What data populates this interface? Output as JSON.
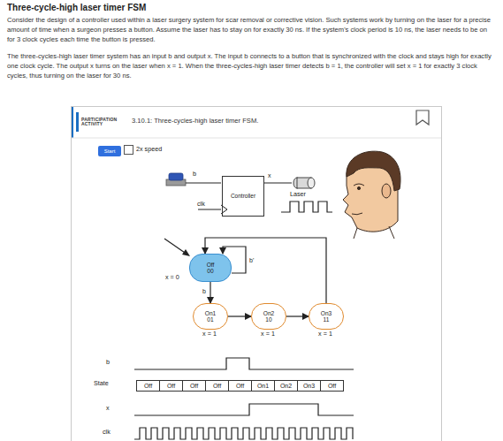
{
  "diagram": {
    "title": "Three-cycle-high laser timer FSM",
    "nodes": [
      {
        "text": [
          "3.10.1: Three-cycles-high laser timer FSM."
        ]
      },
      {
        "text": [
          "PARTICIPATION ACTIVITY"
        ],
        "in": 0
      },
      {
        "text": [
          "Start"
        ],
        "in": 0
      },
      {
        "text": [
          "Controller"
        ],
        "in": 0
      },
      {
        "text": [
          "Off",
          "00"
        ],
        "in": 0
      },
      {
        "text": [
          "On1",
          "01"
        ],
        "in": 0
      },
      {
        "text": [
          "On2",
          "10"
        ],
        "in": 0
      },
      {
        "text": [
          "On3",
          "11"
        ],
        "in": 0
      },
      {
        "text": [
          "Off"
        ],
        "in": 0
      },
      {
        "text": [
          "Off"
        ],
        "in": 0
      },
      {
        "text": [
          "Off"
        ],
        "in": 0
      },
      {
        "text": [
          "Off"
        ],
        "in": 0
      },
      {
        "text": [
          "Off"
        ],
        "in": 0
      },
      {
        "text": [
          "On1"
        ],
        "in": 0
      },
      {
        "text": [
          "On2"
        ],
        "in": 0
      },
      {
        "text": [
          "On3"
        ],
        "in": 0
      },
      {
        "text": [
          "Off"
        ],
        "in": 0
      }
    ],
    "edges": [
      {
        "from": 4,
        "to": 5,
        "label": "b",
        "arrow": "to"
      },
      {
        "from": 4,
        "to": 4,
        "label": "b'",
        "arrow": "to"
      },
      {
        "from": 5,
        "to": 6,
        "arrow": "to"
      },
      {
        "from": 6,
        "to": 7,
        "arrow": "to"
      },
      {
        "from": 7,
        "to": 4,
        "arrow": "to"
      }
    ],
    "labels": [
      "Consider the design of a controller used within a laser surgery system for scar removal or corrective vision. Such systems work by turning on the laser for a precise amount of time when a surgeon presses a button. Assume the laser has to stay on for exactly 30 ns. If the system's clock period is 10 ns, the laser needs to be on for 3 clock cycles each time the button is pressed.",
      "The three-cycles-high laser timer system has an input b and output x. The input b connects to a button that is synchronized with the clock and stays high for exactly one clock cycle. The output x turns on the laser when x = 1. When the three-cycles-high laser timer detects b = 1, the controller will set x = 1 for exactly 3 clock cycles, thus turning on the laser for 30 ns.",
      "2x speed",
      "b",
      "x",
      "Laser",
      "clk",
      "x = 0",
      "x = 1",
      "x = 1",
      "x = 1",
      "b",
      "State",
      "x",
      "clk"
    ]
  }
}
